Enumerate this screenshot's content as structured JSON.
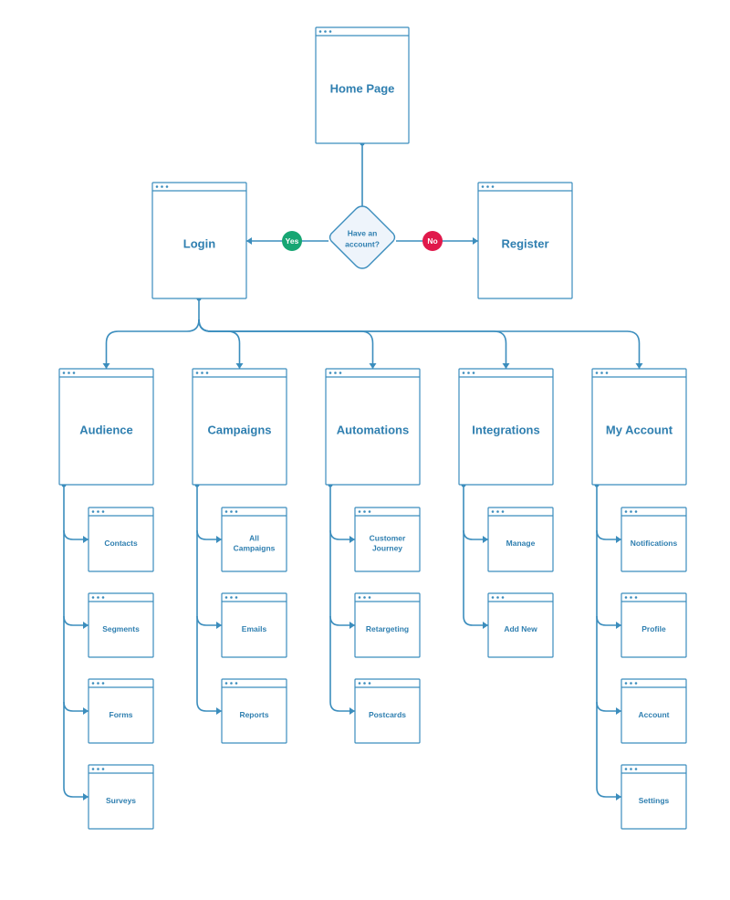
{
  "colors": {
    "line": "#3b8dbd",
    "text": "#2f7fb0",
    "decision_fill": "#eef4fb",
    "yes_badge": "#17a673",
    "no_badge": "#e0194b",
    "background": "#ffffff"
  },
  "root": {
    "label": "Home Page"
  },
  "decision": {
    "label_line1": "Have an",
    "label_line2": "account?"
  },
  "yes_badge": {
    "label": "Yes"
  },
  "no_badge": {
    "label": "No"
  },
  "login": {
    "label": "Login"
  },
  "register": {
    "label": "Register"
  },
  "sections": [
    {
      "label": "Audience",
      "children": [
        [
          "Contacts"
        ],
        [
          "Segments"
        ],
        [
          "Forms"
        ],
        [
          "Surveys"
        ]
      ]
    },
    {
      "label": "Campaigns",
      "children": [
        [
          "All",
          "Campaigns"
        ],
        [
          "Emails"
        ],
        [
          "Reports"
        ]
      ]
    },
    {
      "label": "Automations",
      "children": [
        [
          "Customer",
          "Journey"
        ],
        [
          "Retargeting"
        ],
        [
          "Postcards"
        ]
      ]
    },
    {
      "label": "Integrations",
      "children": [
        [
          "Manage"
        ],
        [
          "Add New"
        ]
      ]
    },
    {
      "label": "My Account",
      "children": [
        [
          "Notifications"
        ],
        [
          "Profile"
        ],
        [
          "Account"
        ],
        [
          "Settings"
        ]
      ]
    }
  ]
}
